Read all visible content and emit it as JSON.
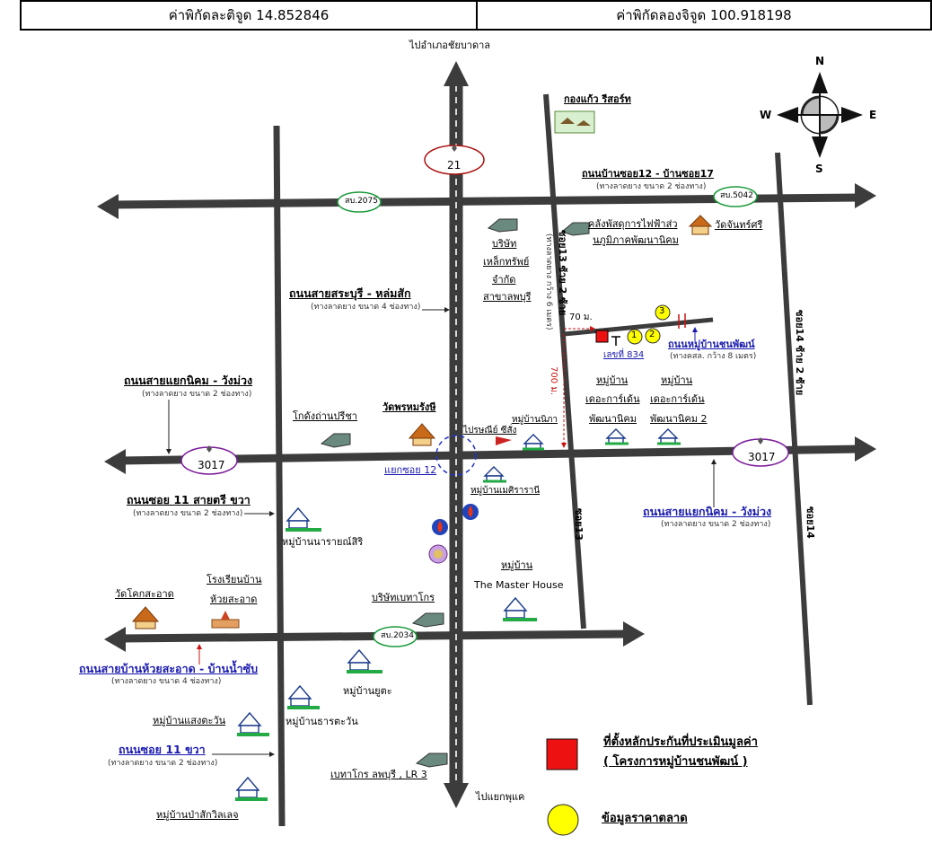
{
  "header": {
    "lat": "ค่าพิกัดละติจูด 14.852846",
    "lng": "ค่าพิกัดลองจิจูด 100.918198"
  },
  "compass": {
    "n": "N",
    "s": "S",
    "e": "E",
    "w": "W"
  },
  "road_badges": {
    "route21": "21",
    "route3017_left": "3017",
    "route3017_right": "3017",
    "sb2075": "สบ.2075",
    "sb5042": "สบ.5042",
    "sb2034": "สบ.2034"
  },
  "labels": {
    "to_north": "ไปอำเภอชัยบาดาล",
    "to_south": "ไปแยกพุแค",
    "kongkaew": "กองแก้ว รีสอร์ท",
    "soi12_road": "ถนนบ้านซอย12 - บ้านซอย17",
    "soi12_road_sub": "(ทางลาดยาง ขนาด 2 ช่องทาง)",
    "warehouse_pea": "คลังพัสดุการไฟฟ้าส่ว",
    "warehouse_pea2": "นภูมิภาคพัฒนานิคม",
    "wat_temple_top": "วัดจันทร์ศรี",
    "company1": "บริษัท",
    "company2": "เหล็กทรัพย์",
    "company3": "จำกัด",
    "company4": "สาขาลพบุรี",
    "soi13_upper": "ซอย13 ซ้าย 2 ซ้าย",
    "soi13_upper_sub": "(ทางลาดยาง กว้าง 6 เมตร)",
    "saraburi_road": "ถนนสายสระบุรี - หล่มสัก",
    "saraburi_road_sub": "(ทางลาดยาง ขนาด 4 ช่องทาง)",
    "dist_70": "70 ม.",
    "dist_700": "700 ม.",
    "chonpat_road": "ถนนหมู่บ้านชนพัฒน์",
    "chonpat_road_sub": "(ทางคสล. กว้าง 8 เมตร)",
    "lot_no": "เลขที่ 834",
    "soi14_upper": "ซอย14 ซ้าย 2 ซ้าย",
    "village_ds1_a": "หมู่บ้าน",
    "village_ds1_b": "เดอะการ์เด้น",
    "village_ds1_c": "พัฒนานิคม",
    "village_ds2_a": "หมู่บ้าน",
    "village_ds2_b": "เดอะการ์เด้น",
    "village_ds2_c": "พัฒนานิคม 2",
    "yaeknikhom_left": "ถนนสายแยกนิคม - วังม่วง",
    "yaeknikhom_left_sub": "(ทางลาดยาง ขนาด 2 ช่องทาง)",
    "godown": "โกดังถ่านปรีชา",
    "wat_phrom": "วัดพรหมรังษี",
    "post_office": "ไปรษณีย์ ซีสั่ง",
    "village_nipha": "หมู่บ้านนิภา",
    "yaek_soi12": "แยกซอย 12",
    "village_mesirani": "หมู่บ้านเมศิรารานี",
    "soi11_road": "ถนนซอย 11 สายตรี ขวา",
    "soi11_road_sub": "(ทางลาดยาง ขนาด 2 ช่องทาง)",
    "village_narai": "หมู่บ้านนารายณ์สิริ",
    "soi13_lower": "ซอย13",
    "yaeknikhom_right": "ถนนสายแยกนิคม - วังม่วง",
    "yaeknikhom_right_sub": "(ทางลาดยาง ขนาด 2 ช่องทาง)",
    "soi14_lower": "ซอย14",
    "master_house_a": "หมู่บ้าน",
    "master_house_b": "The Master House",
    "school_a": "โรงเรียนบ้าน",
    "school_b": "ห้วยสะอาด",
    "wat_huaisaat": "วัดโคกสะอาด",
    "betagro_co": "บริษัทเบทาโกร",
    "huaisaat_road": "ถนนสายบ้านห้วยสะอาด - บ้านน้ำซับ",
    "huaisaat_road_sub": "(ทางลาดยาง ขนาด 4 ช่องทาง)",
    "village_yuta": "หมู่บ้านยูตะ",
    "village_saengtawan": "หมู่บ้านแสงตะวัน",
    "village_tharnt": "หมู่บ้านธารตะวัน",
    "soi11_lower": "ถนนซอย 11 ขวา",
    "soi11_lower_sub": "(ทางลาดยาง ขนาด 2 ช่องทาง)",
    "betagro_lr3": "เบทาโกร ลพบุรี , LR 3",
    "village_pasak": "หมู่บ้านป่าสักวิลเลจ"
  },
  "markers": {
    "m1": "1",
    "m2": "2",
    "m3": "3"
  },
  "legend": {
    "subject_line1": "ที่ตั้งหลักประกันที่ประเมินมูลค่า",
    "subject_line2": "( โครงการหมู่บ้านชนพัฒน์ )",
    "market": "ข้อมูลราคาตลาด",
    "subject_color": "#ee1111",
    "market_color": "#ffff00"
  },
  "colors": {
    "road": "#3c3c3c",
    "village_green": "#22aa44",
    "badge_green": "#1a9a3a",
    "badge_red": "#aa1111",
    "badge_purple": "#7a1a9a"
  }
}
